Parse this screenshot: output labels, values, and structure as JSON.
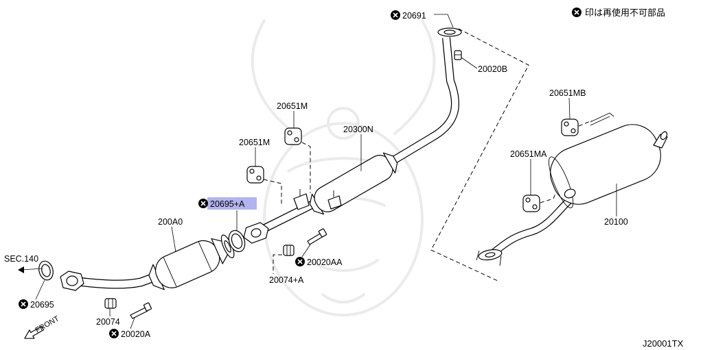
{
  "legend": {
    "text": "印は再使用不可部品",
    "icon": "no-reuse-icon"
  },
  "diagram_id": "J20001TX",
  "front_arrow": "FRONT",
  "section_ref": "SEC.140",
  "parts": [
    {
      "number": "20691",
      "no_reuse": true
    },
    {
      "number": "20020B",
      "no_reuse": false
    },
    {
      "number": "20651MB",
      "no_reuse": false
    },
    {
      "number": "20651M",
      "no_reuse": false
    },
    {
      "number": "20300N",
      "no_reuse": false
    },
    {
      "number": "20651M",
      "no_reuse": false
    },
    {
      "number": "20651MA",
      "no_reuse": false
    },
    {
      "number": "20695+A",
      "no_reuse": true,
      "highlighted": true
    },
    {
      "number": "200A0",
      "no_reuse": false
    },
    {
      "number": "20100",
      "no_reuse": false
    },
    {
      "number": "20020AA",
      "no_reuse": true
    },
    {
      "number": "20074+A",
      "no_reuse": false
    },
    {
      "number": "20695",
      "no_reuse": true
    },
    {
      "number": "20074",
      "no_reuse": false
    },
    {
      "number": "20020A",
      "no_reuse": true
    }
  ],
  "colors": {
    "line": "#000000",
    "highlight": "#b3b3ee",
    "watermark": "#ebebeb",
    "background": "#ffffff"
  }
}
